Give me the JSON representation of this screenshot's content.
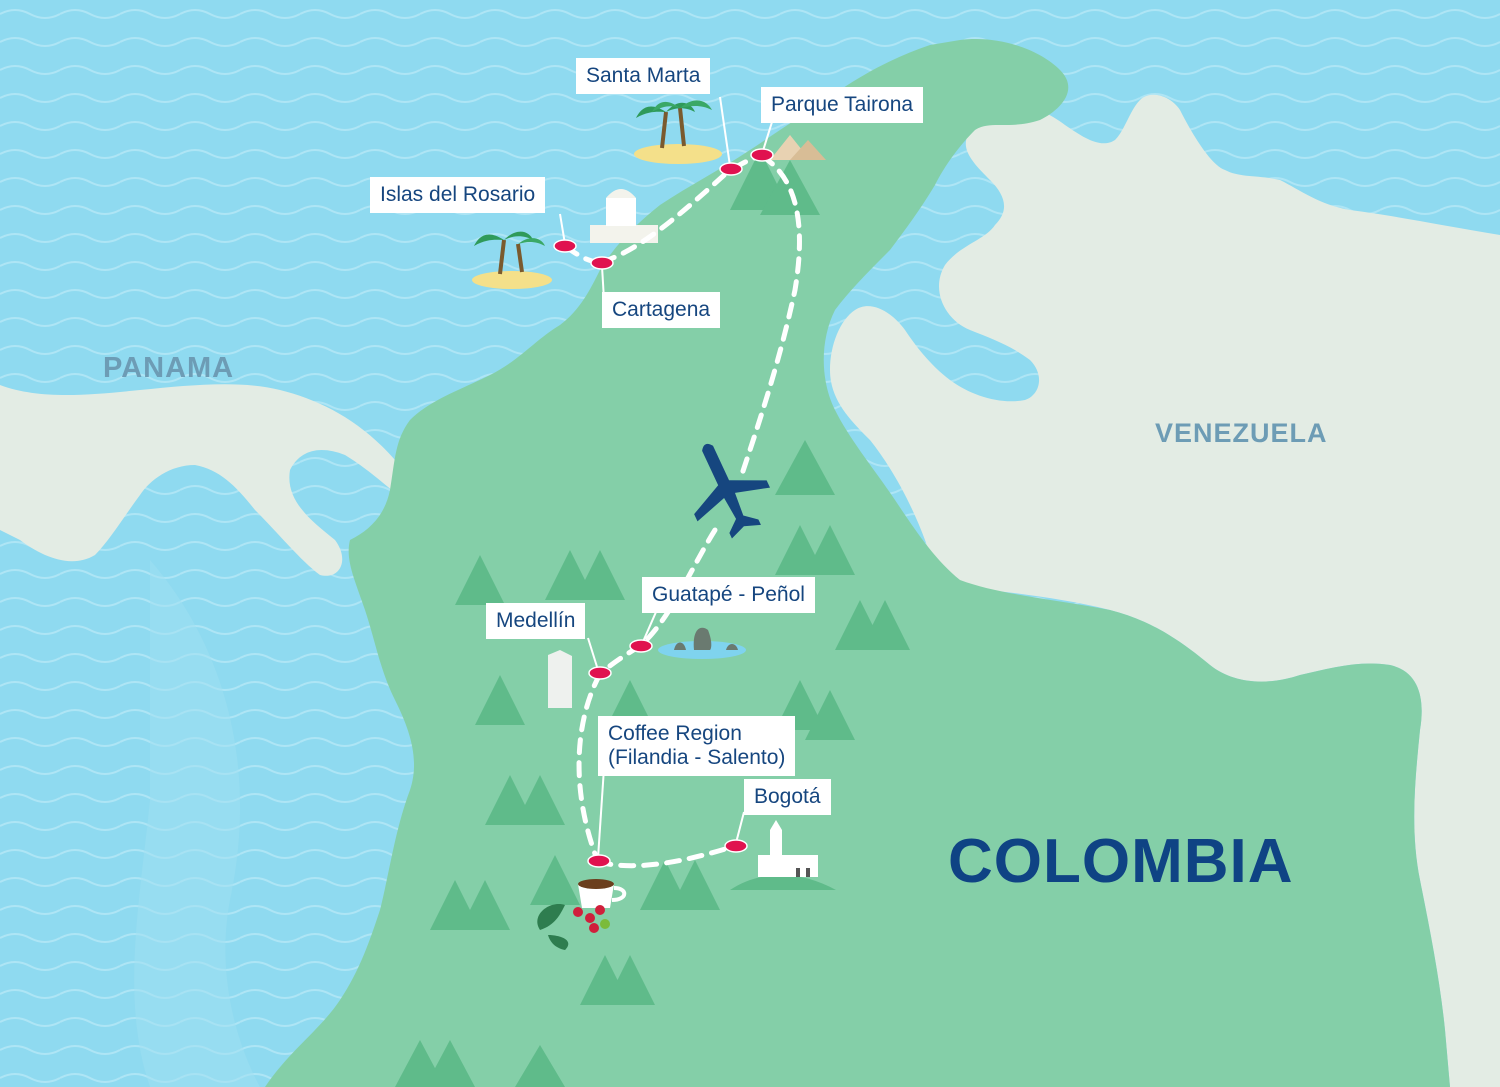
{
  "colors": {
    "sea": "#8fdaf0",
    "sea_wave": "#b6e8f6",
    "neighbor_land": "#e3ece4",
    "colombia_land": "#84cfa8",
    "tree": "#5fbb8a",
    "route_dot": "#e0124f",
    "label_text": "#16467f",
    "plane": "#16467f"
  },
  "countries": {
    "panama": "PANAMA",
    "venezuela": "VENEZUELA",
    "colombia": "COLOMBIA"
  },
  "stops": [
    {
      "id": "santa-marta",
      "label": "Santa Marta",
      "icon": "palm-island-icon"
    },
    {
      "id": "parque-tairona",
      "label": "Parque Tairona",
      "icon": "rock-dunes-icon"
    },
    {
      "id": "islas-del-rosario",
      "label": "Islas del Rosario",
      "icon": "palm-island-icon"
    },
    {
      "id": "cartagena",
      "label": "Cartagena",
      "icon": "fortress-icon"
    },
    {
      "id": "guatape-penol",
      "label": "Guatapé - Peñol",
      "icon": "rock-lake-icon"
    },
    {
      "id": "medellin",
      "label": "Medellín",
      "icon": "tower-building-icon"
    },
    {
      "id": "coffee-region",
      "label": "Coffee Region\n(Filandia - Salento)",
      "icon": "coffee-cup-icon"
    },
    {
      "id": "bogota",
      "label": "Bogotá",
      "icon": "church-icon"
    }
  ],
  "route": {
    "transport_icon": "airplane-icon",
    "style": "dashed"
  }
}
